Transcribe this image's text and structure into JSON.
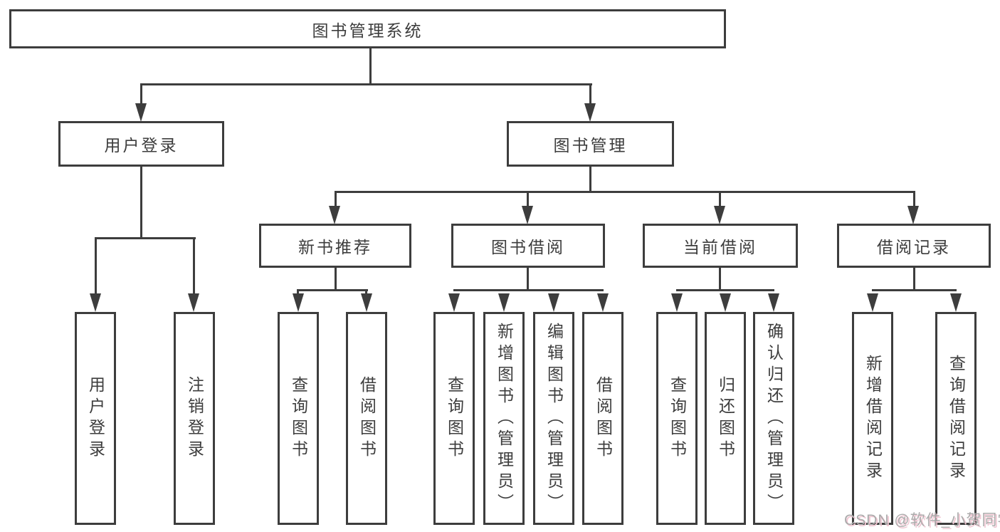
{
  "tree": {
    "root": {
      "label": "图书管理系统"
    },
    "branches": [
      {
        "label": "用户登录",
        "leaves": [
          {
            "label": "用户登录"
          },
          {
            "label": "注销登录"
          }
        ]
      },
      {
        "label": "图书管理",
        "groups": [
          {
            "label": "新书推荐",
            "leaves": [
              {
                "label": "查询图书"
              },
              {
                "label": "借阅图书"
              }
            ]
          },
          {
            "label": "图书借阅",
            "leaves": [
              {
                "label": "查询图书"
              },
              {
                "label": "新增图书（管理员）"
              },
              {
                "label": "编辑图书（管理员）"
              },
              {
                "label": "借阅图书"
              }
            ]
          },
          {
            "label": "当前借阅",
            "leaves": [
              {
                "label": "查询图书"
              },
              {
                "label": "归还图书"
              },
              {
                "label": "确认归还（管理员）"
              }
            ]
          },
          {
            "label": "借阅记录",
            "leaves": [
              {
                "label": "新增借阅记录"
              },
              {
                "label": "查询借阅记录"
              }
            ]
          }
        ]
      }
    ]
  },
  "watermark": {
    "text": "CSDN @软件_小贺同学"
  },
  "colors": {
    "line": "#3d3d3d",
    "text": "#3d3d3d",
    "box_background": "#ffffff",
    "page_background": "#ffffff",
    "watermark_text": "#ababab",
    "watermark_shadow": "#f0c6d2"
  }
}
